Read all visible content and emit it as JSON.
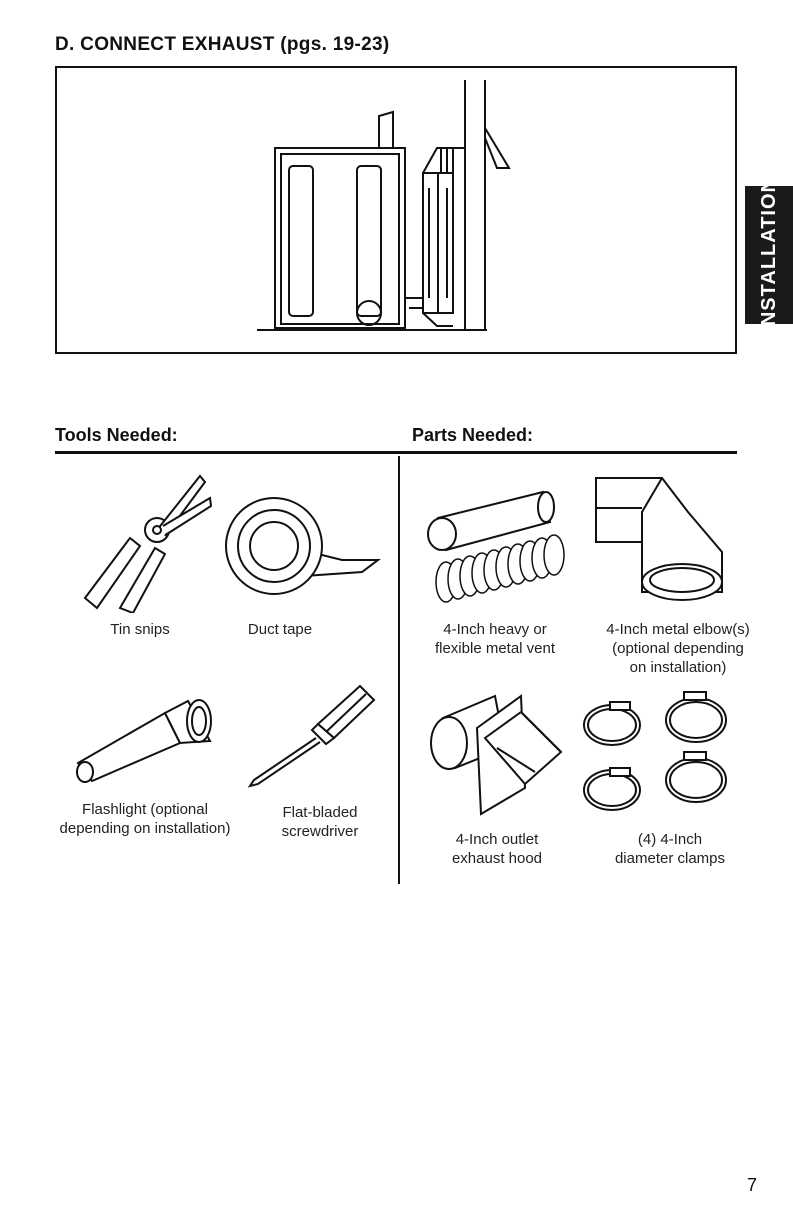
{
  "header": {
    "title": "D. CONNECT EXHAUST (pgs. 19-23)"
  },
  "side_tab": {
    "label": "INSTALLATION"
  },
  "tools": {
    "heading": "Tools Needed:",
    "items": [
      {
        "label": "Tin snips",
        "icon": "tin-snips-icon"
      },
      {
        "label": "Duct tape",
        "icon": "duct-tape-icon"
      },
      {
        "label_line1": "Flashlight (optional",
        "label_line2": "depending on installation)",
        "icon": "flashlight-icon"
      },
      {
        "label_line1": "Flat-bladed",
        "label_line2": "screwdriver",
        "icon": "screwdriver-icon"
      }
    ]
  },
  "parts": {
    "heading": "Parts Needed:",
    "items": [
      {
        "label_line1": "4-Inch heavy or",
        "label_line2": "flexible metal vent",
        "icon": "metal-vent-icon"
      },
      {
        "label_line1": "4-Inch metal elbow(s)",
        "label_line2": "(optional depending",
        "label_line3": "on installation)",
        "icon": "elbow-icon"
      },
      {
        "label_line1": "4-Inch outlet",
        "label_line2": "exhaust hood",
        "icon": "exhaust-hood-icon"
      },
      {
        "label_line1": "(4) 4-Inch",
        "label_line2": "diameter clamps",
        "icon": "clamp-icon"
      }
    ]
  },
  "footer": {
    "page_number": "7"
  }
}
